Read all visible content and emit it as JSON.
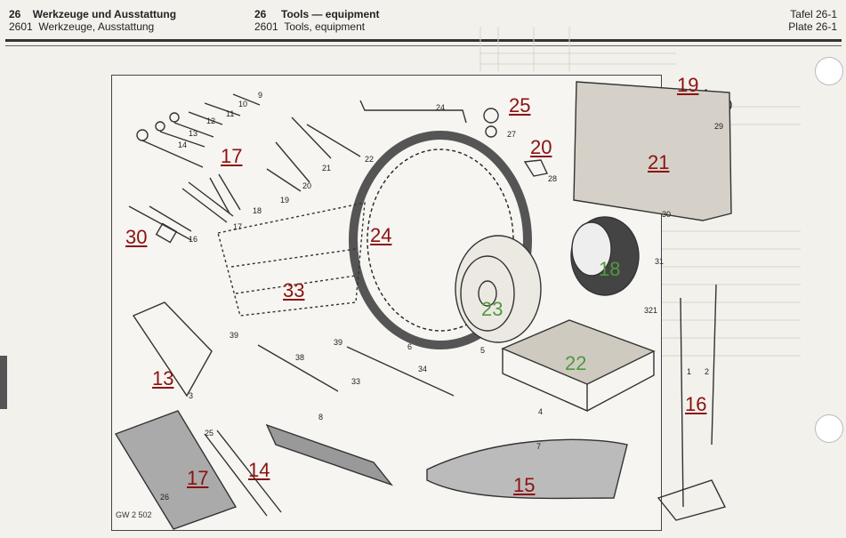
{
  "header": {
    "left_num_1": "26",
    "left_title_1": "Werkzeuge und Ausstattung",
    "left_num_2": "2601",
    "left_title_2": "Werkzeuge, Ausstattung",
    "mid_num_1": "26",
    "mid_title_1": "Tools — equipment",
    "mid_num_2": "2601",
    "mid_title_2": "Tools, equipment",
    "right_1": "Tafel 26-1",
    "right_2": "Plate 26-1"
  },
  "drawing_code": "GW 2 502",
  "callouts": [
    {
      "id": "25",
      "color": "red"
    },
    {
      "id": "20",
      "color": "red"
    },
    {
      "id": "19",
      "color": "red"
    },
    {
      "id": "21",
      "color": "red"
    },
    {
      "id": "17",
      "color": "red"
    },
    {
      "id": "30",
      "color": "red"
    },
    {
      "id": "24",
      "color": "red"
    },
    {
      "id": "33",
      "color": "red"
    },
    {
      "id": "18",
      "color": "green"
    },
    {
      "id": "23",
      "color": "green"
    },
    {
      "id": "22",
      "color": "green"
    },
    {
      "id": "13",
      "color": "red"
    },
    {
      "id": "16",
      "color": "red"
    },
    {
      "id": "17",
      "color": "red"
    },
    {
      "id": "14",
      "color": "red"
    },
    {
      "id": "15",
      "color": "red"
    }
  ],
  "part_numbers": [
    "9",
    "10",
    "11",
    "12",
    "13",
    "14",
    "21",
    "22",
    "24",
    "27",
    "28",
    "29",
    "20",
    "19",
    "18",
    "17",
    "16",
    "30",
    "31",
    "321",
    "6",
    "5",
    "4",
    "3",
    "39",
    "38",
    "33",
    "34",
    "39",
    "8",
    "7",
    "25",
    "26",
    "1",
    "2"
  ],
  "colors": {
    "label_red": "#8b1111",
    "label_green": "#4f9a3e",
    "ink": "#333333",
    "paper": "#f3f1ec"
  }
}
